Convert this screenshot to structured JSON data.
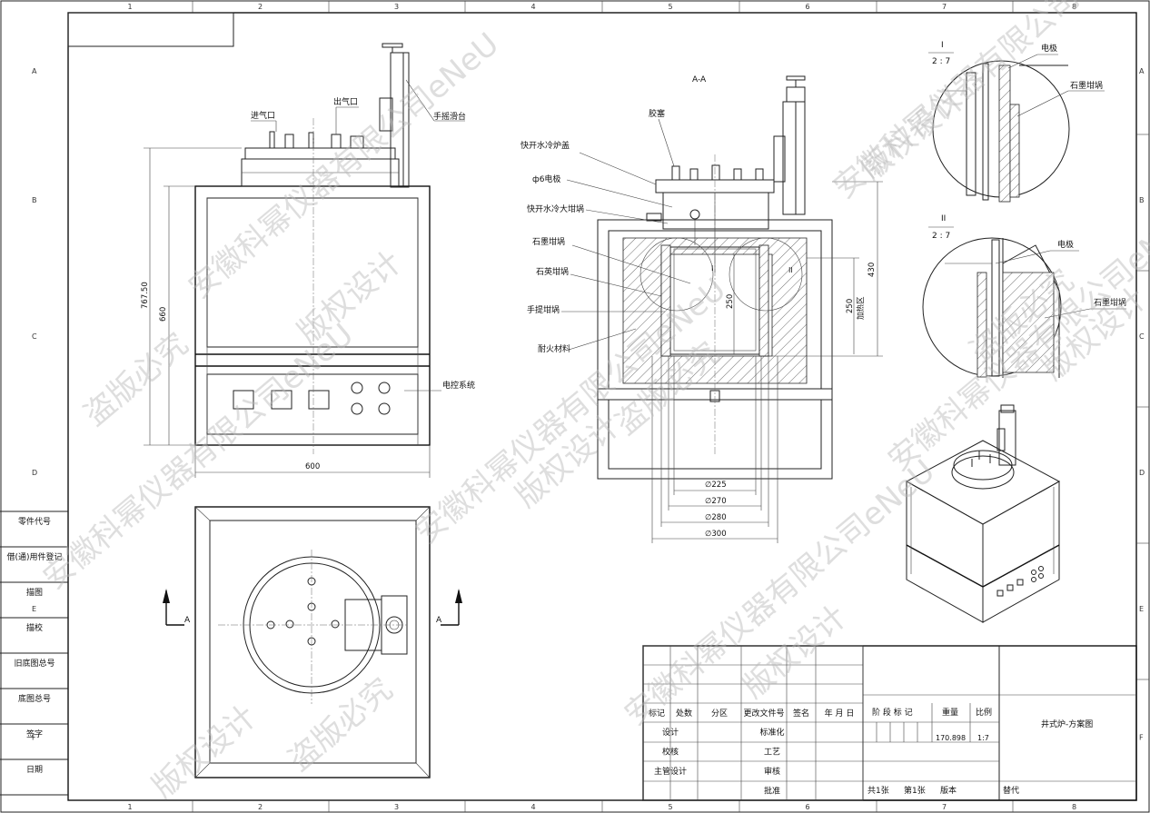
{
  "frame": {
    "columns": [
      "1",
      "2",
      "3",
      "4",
      "5",
      "6",
      "7",
      "8"
    ],
    "rows": [
      "A",
      "B",
      "C",
      "D",
      "E",
      "F"
    ]
  },
  "left_column": [
    "零件代号",
    "借(通)用件登记",
    "描图",
    "描校",
    "旧底图总号",
    "底图总号",
    "签字",
    "日期"
  ],
  "front_view": {
    "labels": {
      "inlet": "进气口",
      "outlet": "出气口",
      "slide": "手摇滑台",
      "control": "电控系统"
    },
    "dims": {
      "total_height": "767.50",
      "body_height": "660",
      "width": "600"
    }
  },
  "top_view": {
    "section_mark": "A"
  },
  "section_view": {
    "title": "A-A",
    "labels": {
      "plug": "胶塞",
      "lid": "快开水冷炉盖",
      "electrode": "ф6电极",
      "crucible_big": "快开水冷大坩埚",
      "graphite": "石墨坩埚",
      "quartz": "石英坩埚",
      "handle": "手提坩埚",
      "refractory": "耐火材料",
      "detail1": "I",
      "detail2": "II"
    },
    "dims": {
      "d225": "∅225",
      "d270": "∅270",
      "d280": "∅280",
      "d300": "∅300",
      "h250": "250",
      "h430": "430",
      "h250b": "250",
      "heat_zone": "加热区"
    }
  },
  "detail_I": {
    "mark": "I",
    "scale": "2 : 7",
    "electrode": "电极",
    "graphite": "石墨坩埚"
  },
  "detail_II": {
    "mark": "II",
    "scale": "2 : 7",
    "electrode": "电极",
    "graphite": "石墨坩埚"
  },
  "title_block": {
    "headers": [
      "标记",
      "处数",
      "分区",
      "更改文件号",
      "签名",
      "年 月 日"
    ],
    "roles_left": [
      "设计",
      "校核",
      "主管设计"
    ],
    "roles_right": [
      "标准化",
      "工艺",
      "审核",
      "批准"
    ],
    "stage_label": "阶 段 标 记",
    "weight_label": "重量",
    "scale_label": "比例",
    "weight": "170.898",
    "scale": "1:7",
    "drawing_name": "井式炉-方案图",
    "sheets": "共1张",
    "sheet_no": "第1张",
    "version": "版本",
    "replace": "替代"
  },
  "watermarks": [
    "安徽科幂仪器有限公司eNeU",
    "版权设计",
    "盗版必究"
  ]
}
